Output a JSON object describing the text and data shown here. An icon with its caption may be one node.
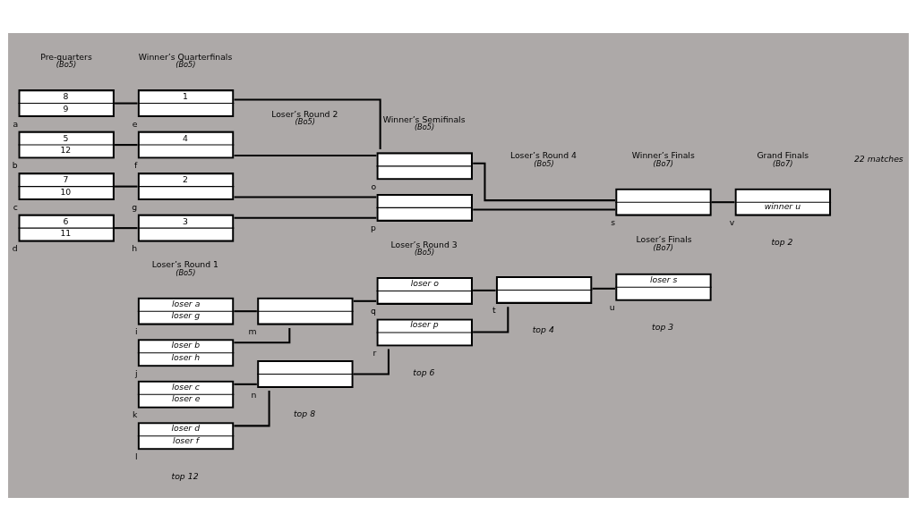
{
  "diagram": {
    "nodes": [
      {
        "text": [
          "8",
          "9"
        ],
        "beside": [
          "a"
        ]
      },
      {
        "text": [
          "5",
          "12"
        ],
        "beside": [
          "b"
        ]
      },
      {
        "text": [
          "7",
          "10"
        ],
        "beside": [
          "c"
        ]
      },
      {
        "text": [
          "6",
          "11"
        ],
        "beside": [
          "d"
        ]
      },
      {
        "text": [
          "1"
        ],
        "beside": [
          "e"
        ]
      },
      {
        "text": [
          "4"
        ],
        "beside": [
          "f"
        ]
      },
      {
        "text": [
          "2"
        ],
        "beside": [
          "g"
        ]
      },
      {
        "text": [
          "3"
        ],
        "beside": [
          "h"
        ]
      },
      {
        "text": [],
        "shape": "box",
        "beside": [
          "o"
        ]
      },
      {
        "text": [],
        "shape": "box",
        "beside": [
          "p"
        ]
      },
      {
        "text": [],
        "shape": "box",
        "beside": [
          "s"
        ]
      },
      {
        "text": [
          "winner u"
        ],
        "beside": [
          "v"
        ]
      },
      {
        "text": [
          "loser a",
          "loser g"
        ],
        "beside": [
          "i"
        ]
      },
      {
        "text": [
          "loser b",
          "loser h"
        ],
        "beside": [
          "j"
        ]
      },
      {
        "text": [
          "loser c",
          "loser e"
        ],
        "beside": [
          "k"
        ]
      },
      {
        "text": [
          "loser d",
          "loser f"
        ],
        "beside": [
          "l"
        ]
      },
      {
        "text": [],
        "shape": "box",
        "beside": [
          "m"
        ]
      },
      {
        "text": [],
        "shape": "box",
        "beside": [
          "n"
        ]
      },
      {
        "text": [
          "loser o"
        ],
        "beside": [
          "q"
        ]
      },
      {
        "text": [
          "loser p"
        ],
        "beside": [
          "r"
        ]
      },
      {
        "text": [],
        "shape": "box",
        "beside": [
          "t"
        ]
      },
      {
        "text": [
          "loser s"
        ],
        "beside": [
          "u"
        ]
      }
    ],
    "edges": [
      {
        "from": 0,
        "to": 4,
        "arrow": "none"
      },
      {
        "from": 1,
        "to": 5,
        "arrow": "none"
      },
      {
        "from": 2,
        "to": 6,
        "arrow": "none"
      },
      {
        "from": 3,
        "to": 7,
        "arrow": "none"
      },
      {
        "from": 4,
        "to": 8,
        "arrow": "none"
      },
      {
        "from": 5,
        "to": 8,
        "arrow": "none"
      },
      {
        "from": 6,
        "to": 9,
        "arrow": "none"
      },
      {
        "from": 7,
        "to": 9,
        "arrow": "none"
      },
      {
        "from": 8,
        "to": 10,
        "arrow": "none"
      },
      {
        "from": 9,
        "to": 10,
        "arrow": "none"
      },
      {
        "from": 10,
        "to": 11,
        "arrow": "none"
      },
      {
        "from": 12,
        "to": 16,
        "arrow": "none"
      },
      {
        "from": 13,
        "to": 16,
        "arrow": "none"
      },
      {
        "from": 14,
        "to": 17,
        "arrow": "none"
      },
      {
        "from": 15,
        "to": 17,
        "arrow": "none"
      },
      {
        "from": 16,
        "to": 18,
        "arrow": "none"
      },
      {
        "from": 17,
        "to": 19,
        "arrow": "none"
      },
      {
        "from": 18,
        "to": 20,
        "arrow": "none"
      },
      {
        "from": 19,
        "to": 20,
        "arrow": "none"
      },
      {
        "from": 20,
        "to": 21,
        "arrow": "none"
      }
    ],
    "labels": [
      "Pre-quarters",
      "(Bo5)",
      "Winner’s Quarterfinals",
      "(Bo5)",
      "Winner’s Semifinals",
      "(Bo5)",
      "Winner’s Finals",
      "(Bo7)",
      "Grand Finals",
      "(Bo7)",
      "22 matches",
      "Loser’s Round 1",
      "(Bo5)",
      "Loser’s Round 2",
      "(Bo5)",
      "Loser’s Round 3",
      "(Bo5)",
      "Loser’s Round 4",
      "(Bo5)",
      "Loser’s Finals",
      "(Bo7)",
      "top 12",
      "top 8",
      "top 6",
      "top 4",
      "top 3",
      "top 2"
    ]
  }
}
